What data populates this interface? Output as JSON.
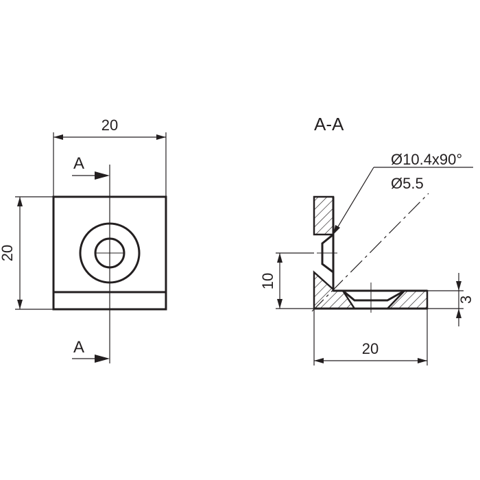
{
  "front_view": {
    "width_dim": "20",
    "height_dim": "20",
    "section_label_top": "A",
    "section_label_bottom": "A"
  },
  "section_view": {
    "title": "A-A",
    "countersink_callout": "Ø10.4x90°",
    "hole_callout": "Ø5.5",
    "hole_height_dim": "10",
    "thickness_dim": "3",
    "width_dim": "20"
  }
}
